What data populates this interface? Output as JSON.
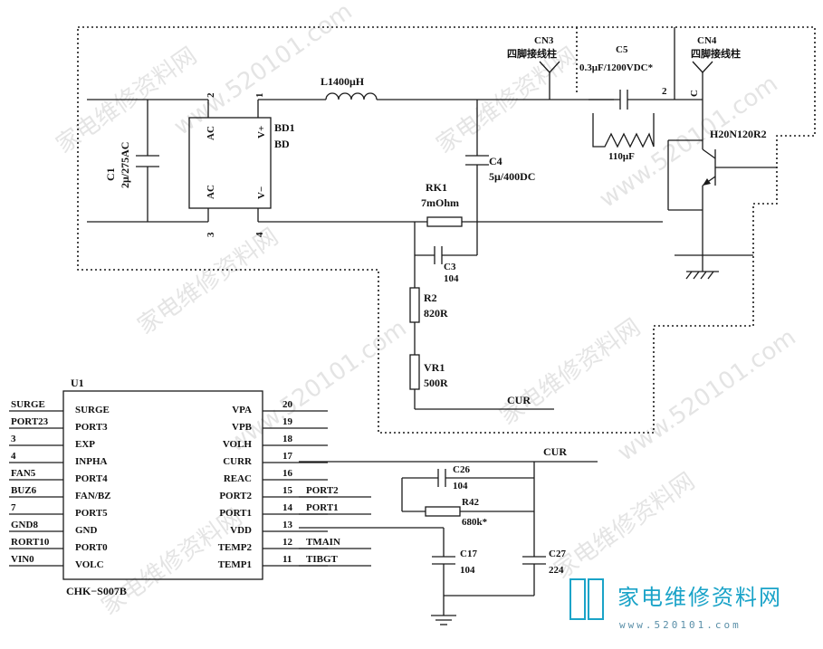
{
  "watermark": {
    "text_cn": "家电维修资料网",
    "text_url": "www.520101.com"
  },
  "logo": {
    "text_cn": "家电维修资料网",
    "url": "www.520101.com"
  },
  "components": {
    "c1": {
      "ref": "C1",
      "value": "2μ/275AC"
    },
    "bd": {
      "ref": "BD1",
      "name": "BD",
      "pin_ac_top": "AC",
      "pin_ac_bot": "AC",
      "pin_vp": "V+",
      "pin_vm": "V−",
      "n2": "2",
      "n1": "1",
      "n3": "3",
      "n4": "4"
    },
    "l1": {
      "label": "L1400μH"
    },
    "c4": {
      "ref": "C4",
      "value": "5μ/400DC"
    },
    "rk1": {
      "ref": "RK1",
      "value": "7mOhm"
    },
    "c3": {
      "ref": "C3",
      "value": "104"
    },
    "r2": {
      "ref": "R2",
      "value": "820R"
    },
    "vr1": {
      "ref": "VR1",
      "value": "500R"
    },
    "cur_top": {
      "label": "CUR"
    },
    "cn3": {
      "ref": "CN3",
      "name": "四脚接线柱"
    },
    "c5": {
      "ref": "C5",
      "value": "0.3μF/1200VDC*",
      "pin": "2"
    },
    "coil": {
      "value": "110μF"
    },
    "cn4": {
      "ref": "CN4",
      "name": "四脚接线柱",
      "pin": "C"
    },
    "igbt": {
      "ref": "H20N120R2"
    }
  },
  "u1": {
    "ref": "U1",
    "part": "CHK−S007B",
    "left_pins": [
      "SURGE",
      "PORT3",
      "EXP",
      "INPHA",
      "PORT4",
      "FAN/BZ",
      "PORT5",
      "GND",
      "PORT0",
      "VOLC"
    ],
    "left_nets": [
      "SURGE",
      "PORT23",
      "3",
      "4",
      "FAN5",
      "BUZ6",
      "7",
      "GND8",
      "RORT10",
      "VIN0"
    ],
    "right_pins": [
      "VPA",
      "VPB",
      "VOLH",
      "CURR",
      "REAC",
      "PORT2",
      "PORT1",
      "VDD",
      "TEMP2",
      "TEMP1"
    ],
    "right_nums": [
      "20",
      "19",
      "18",
      "17",
      "16",
      "15",
      "14",
      "13",
      "12",
      "11"
    ],
    "right_nets": [
      "",
      "",
      "",
      "",
      "",
      "PORT2",
      "PORT1",
      "",
      "TMAIN",
      "TIBGT"
    ]
  },
  "bottom": {
    "cur": "CUR",
    "c26": {
      "ref": "C26",
      "value": "104"
    },
    "r42": {
      "ref": "R42",
      "value": "680k*"
    },
    "c17": {
      "ref": "C17",
      "value": "104"
    },
    "c27": {
      "ref": "C27",
      "value": "224"
    }
  }
}
